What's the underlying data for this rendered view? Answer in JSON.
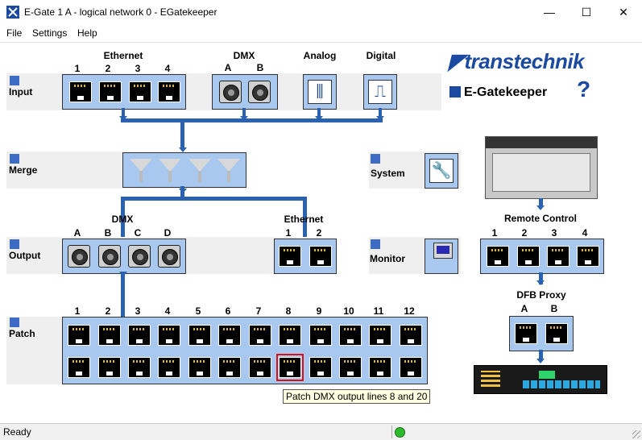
{
  "window": {
    "title": "E-Gate 1 A - logical network 0 - EGatekeeper",
    "buttons": [
      "—",
      "☐",
      "✕"
    ]
  },
  "menu": [
    "File",
    "Settings",
    "Help"
  ],
  "brand": {
    "logo": "transtechnik",
    "product": "E-Gatekeeper",
    "help": "?"
  },
  "sections": {
    "input": "Input",
    "merge": "Merge",
    "output": "Output",
    "patch": "Patch",
    "system": "System",
    "monitor": "Monitor"
  },
  "input": {
    "ethernet_label": "Ethernet",
    "ethernet_ports": [
      "1",
      "2",
      "3",
      "4"
    ],
    "dmx_label": "DMX",
    "dmx_ports": [
      "A",
      "B"
    ],
    "analog_label": "Analog",
    "digital_label": "Digital"
  },
  "output": {
    "dmx_label": "DMX",
    "dmx_ports": [
      "A",
      "B",
      "C",
      "D"
    ],
    "ethernet_label": "Ethernet",
    "ethernet_ports": [
      "1",
      "2"
    ]
  },
  "patch": {
    "columns": [
      "1",
      "2",
      "3",
      "4",
      "5",
      "6",
      "7",
      "8",
      "9",
      "10",
      "11",
      "12"
    ]
  },
  "remote": {
    "label": "Remote Control",
    "ports": [
      "1",
      "2",
      "3",
      "4"
    ],
    "proxy_label": "DFB Proxy",
    "proxy_ports": [
      "A",
      "B"
    ]
  },
  "tooltip": "Patch DMX output lines 8 and 20",
  "status": "Ready",
  "colors": {
    "accent": "#3e6cc4",
    "box": "#a9c8ef",
    "bus": "#2b62b0",
    "selection": "#dd1111"
  }
}
